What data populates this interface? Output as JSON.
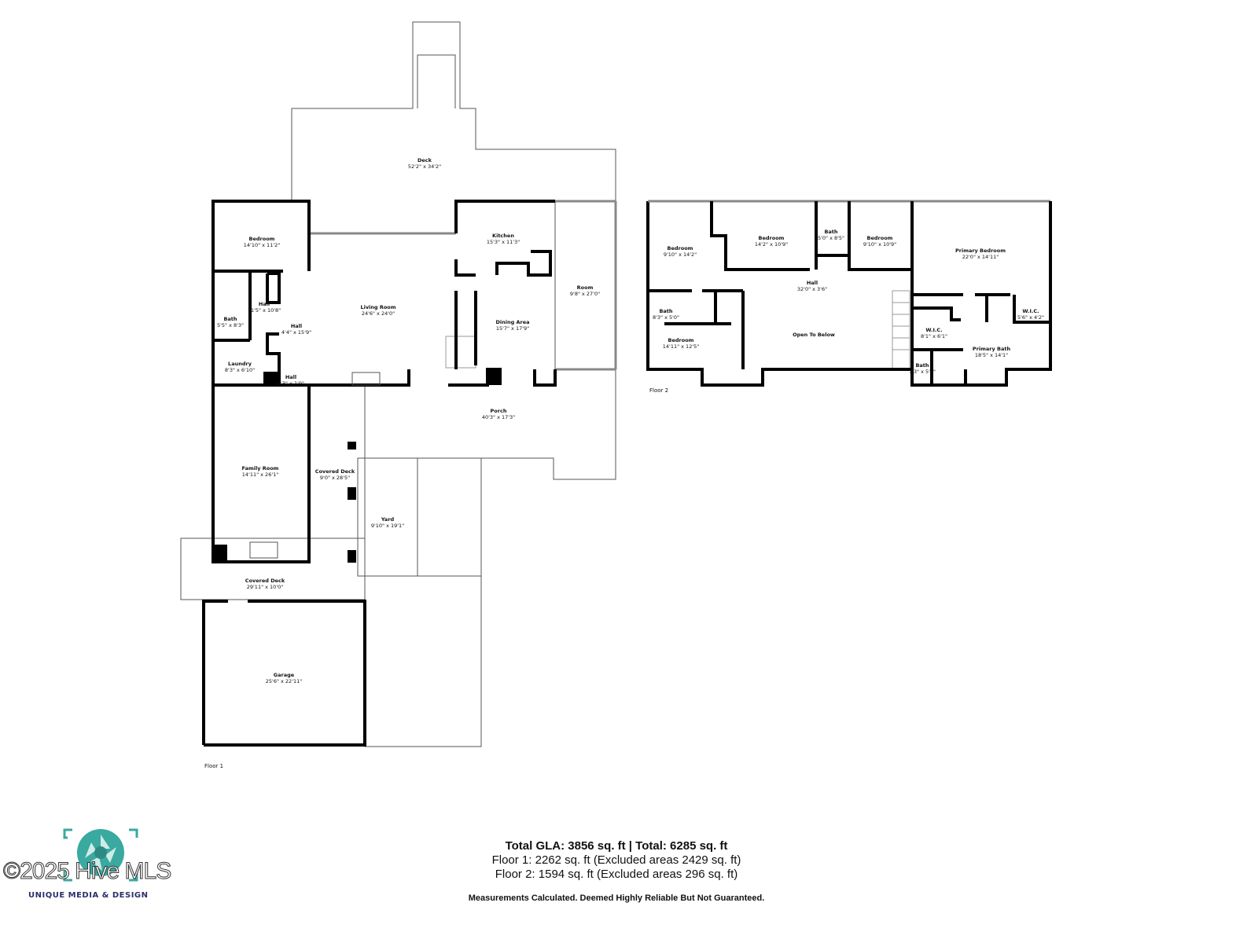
{
  "floor1": {
    "label": "Floor 1",
    "rooms": [
      {
        "name": "Deck",
        "dims": "52'2\" x 34'2\""
      },
      {
        "name": "Bedroom",
        "dims": "14'10\" x 11'2\""
      },
      {
        "name": "Kitchen",
        "dims": "15'3\" x 11'3\""
      },
      {
        "name": "Room",
        "dims": "9'8\" x 27'0\""
      },
      {
        "name": "Living Room",
        "dims": "24'6\" x 24'0\""
      },
      {
        "name": "Hall",
        "dims": "11'5\" x 10'8\""
      },
      {
        "name": "Bath",
        "dims": "5'5\" x 8'3\""
      },
      {
        "name": "Hall",
        "dims": "4'4\" x 15'9\""
      },
      {
        "name": "Dining Area",
        "dims": "15'7\" x 17'9\""
      },
      {
        "name": "Laundry",
        "dims": "8'3\" x 6'10\""
      },
      {
        "name": "Hall",
        "dims": "4'3\" x 1'9\""
      },
      {
        "name": "Porch",
        "dims": "40'3\" x 17'3\""
      },
      {
        "name": "Family Room",
        "dims": "14'11\" x 26'1\""
      },
      {
        "name": "Covered Deck",
        "dims": "9'0\" x 28'5\""
      },
      {
        "name": "Yard",
        "dims": "9'10\" x 19'1\""
      },
      {
        "name": "Covered Deck",
        "dims": "29'11\" x 10'0\""
      },
      {
        "name": "Garage",
        "dims": "25'6\" x 22'11\""
      }
    ]
  },
  "floor2": {
    "label": "Floor 2",
    "rooms": [
      {
        "name": "Bedroom",
        "dims": "9'10\" x 14'2\""
      },
      {
        "name": "Bedroom",
        "dims": "14'2\" x 10'9\""
      },
      {
        "name": "Bath",
        "dims": "5'0\" x 8'5\""
      },
      {
        "name": "Bedroom",
        "dims": "9'10\" x 10'9\""
      },
      {
        "name": "Primary Bedroom",
        "dims": "22'0\" x 14'11\""
      },
      {
        "name": "Hall",
        "dims": "32'0\" x 3'6\""
      },
      {
        "name": "Bath",
        "dims": "8'3\" x 5'0\""
      },
      {
        "name": "W.I.C.",
        "dims": "5'6\" x 4'2\""
      },
      {
        "name": "W.I.C.",
        "dims": "8'1\" x 6'1\""
      },
      {
        "name": "Open To Below",
        "dims": ""
      },
      {
        "name": "Bedroom",
        "dims": "14'11\" x 12'5\""
      },
      {
        "name": "Primary Bath",
        "dims": "18'5\" x 14'1\""
      },
      {
        "name": "Bath",
        "dims": "7'3\" x 5'7\""
      }
    ]
  },
  "summary": {
    "total": "Total GLA: 3856 sq. ft | Total: 6285 sq. ft",
    "floor1": "Floor 1: 2262 sq. ft (Excluded areas 2429 sq. ft)",
    "floor2": "Floor 2: 1594 sq. ft (Excluded areas 296 sq. ft)",
    "disclaimer": "Measurements Calculated. Deemed Highly Reliable But Not Guaranteed."
  },
  "branding": {
    "logo_text": "UNIQUE MEDIA & DESIGN",
    "watermark": "©2025 Hive MLS",
    "logo_color": "#3aa9a0"
  }
}
